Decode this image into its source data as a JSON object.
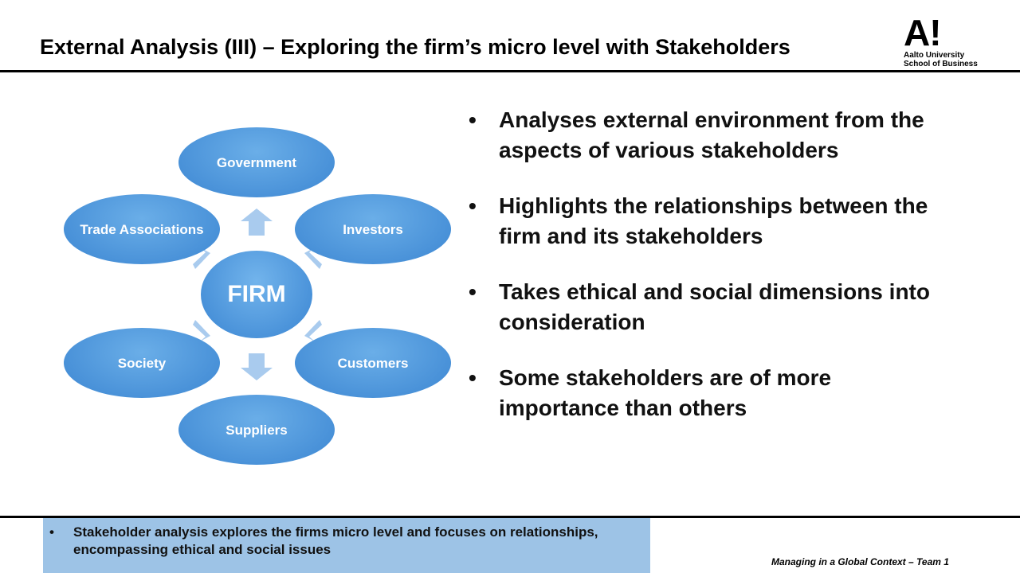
{
  "slide": {
    "title": "External Analysis (III) – Exploring the firm’s micro level with Stakeholders",
    "logo": {
      "mark": "A!",
      "line1": "Aalto University",
      "line2": "School of Business"
    },
    "footer": "Managing in a Global Context – Team 1"
  },
  "diagram": {
    "hub": "FIRM",
    "nodes": {
      "government": "Government",
      "investors": "Investors",
      "customers": "Customers",
      "suppliers": "Suppliers",
      "society": "Society",
      "trade_associations": "Trade Associations"
    },
    "colors": {
      "node": "#3c86d2",
      "arrow": "#a9cbee"
    }
  },
  "bullets": [
    "Analyses external environment from the aspects of various stakeholders",
    "Highlights the relationships between the firm and its stakeholders",
    "Takes ethical and social dimensions into consideration",
    "Some stakeholders are of more importance than others"
  ],
  "note": "Stakeholder analysis explores the firms micro level and focuses on relationships, encompassing ethical and social issues"
}
